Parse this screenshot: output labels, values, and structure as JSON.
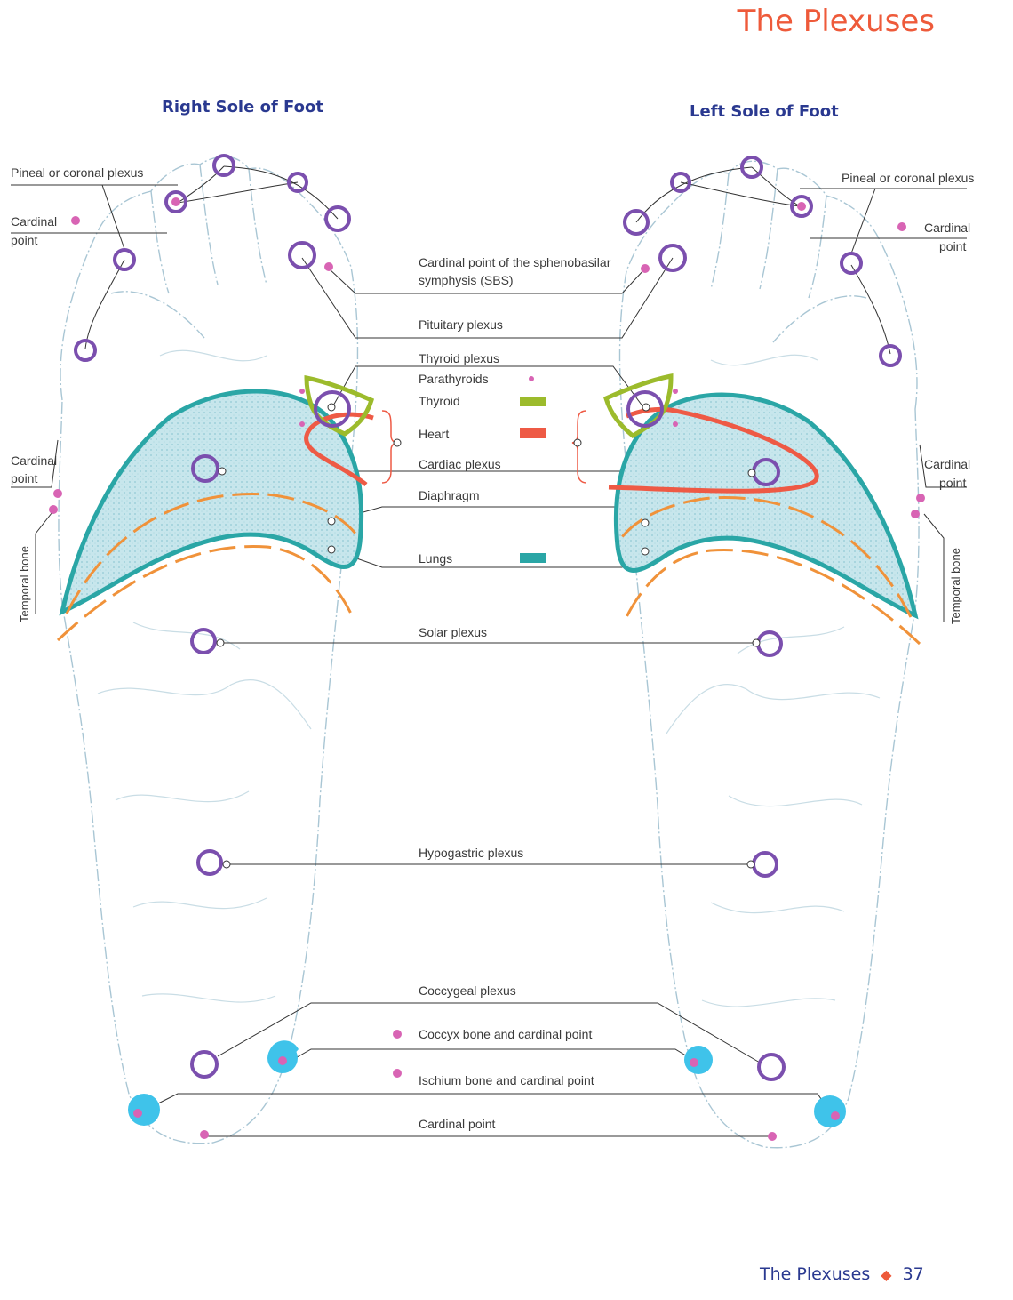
{
  "page": {
    "header_title": "The Plexuses",
    "footer_title": "The Plexuses",
    "page_number": "37"
  },
  "feet": {
    "right_title": "Right Sole of Foot",
    "left_title": "Left Sole of Foot"
  },
  "labels": {
    "pineal": "Pineal or coronal plexus",
    "cardinal": "Cardinal",
    "point": "point",
    "temporal_bone": "Temporal bone",
    "sbs_line1": "Cardinal point of the sphenobasilar",
    "sbs_line2": "symphysis (SBS)",
    "pituitary": "Pituitary plexus",
    "thyroid_plexus": "Thyroid plexus",
    "parathyroids": "Parathyroids",
    "thyroid": "Thyroid",
    "heart": "Heart",
    "cardiac": "Cardiac plexus",
    "diaphragm": "Diaphragm",
    "lungs": "Lungs",
    "solar": "Solar plexus",
    "hypogastric": "Hypogastric plexus",
    "coccygeal": "Coccygeal plexus",
    "coccyx": "Coccyx bone and cardinal point",
    "ischium": "Ischium bone and cardinal point",
    "cardinal_point": "Cardinal point"
  },
  "colors": {
    "plexus": "#7b4fae",
    "cardinal_dot": "#d864b4",
    "thyroid": "#9cbb2c",
    "heart": "#ee5a45",
    "lungs": "#2aa6a6",
    "diaphragm": "#f0923a",
    "bone": "#3fc3ea",
    "accent": "#ee5a3a",
    "title": "#2a3990"
  }
}
